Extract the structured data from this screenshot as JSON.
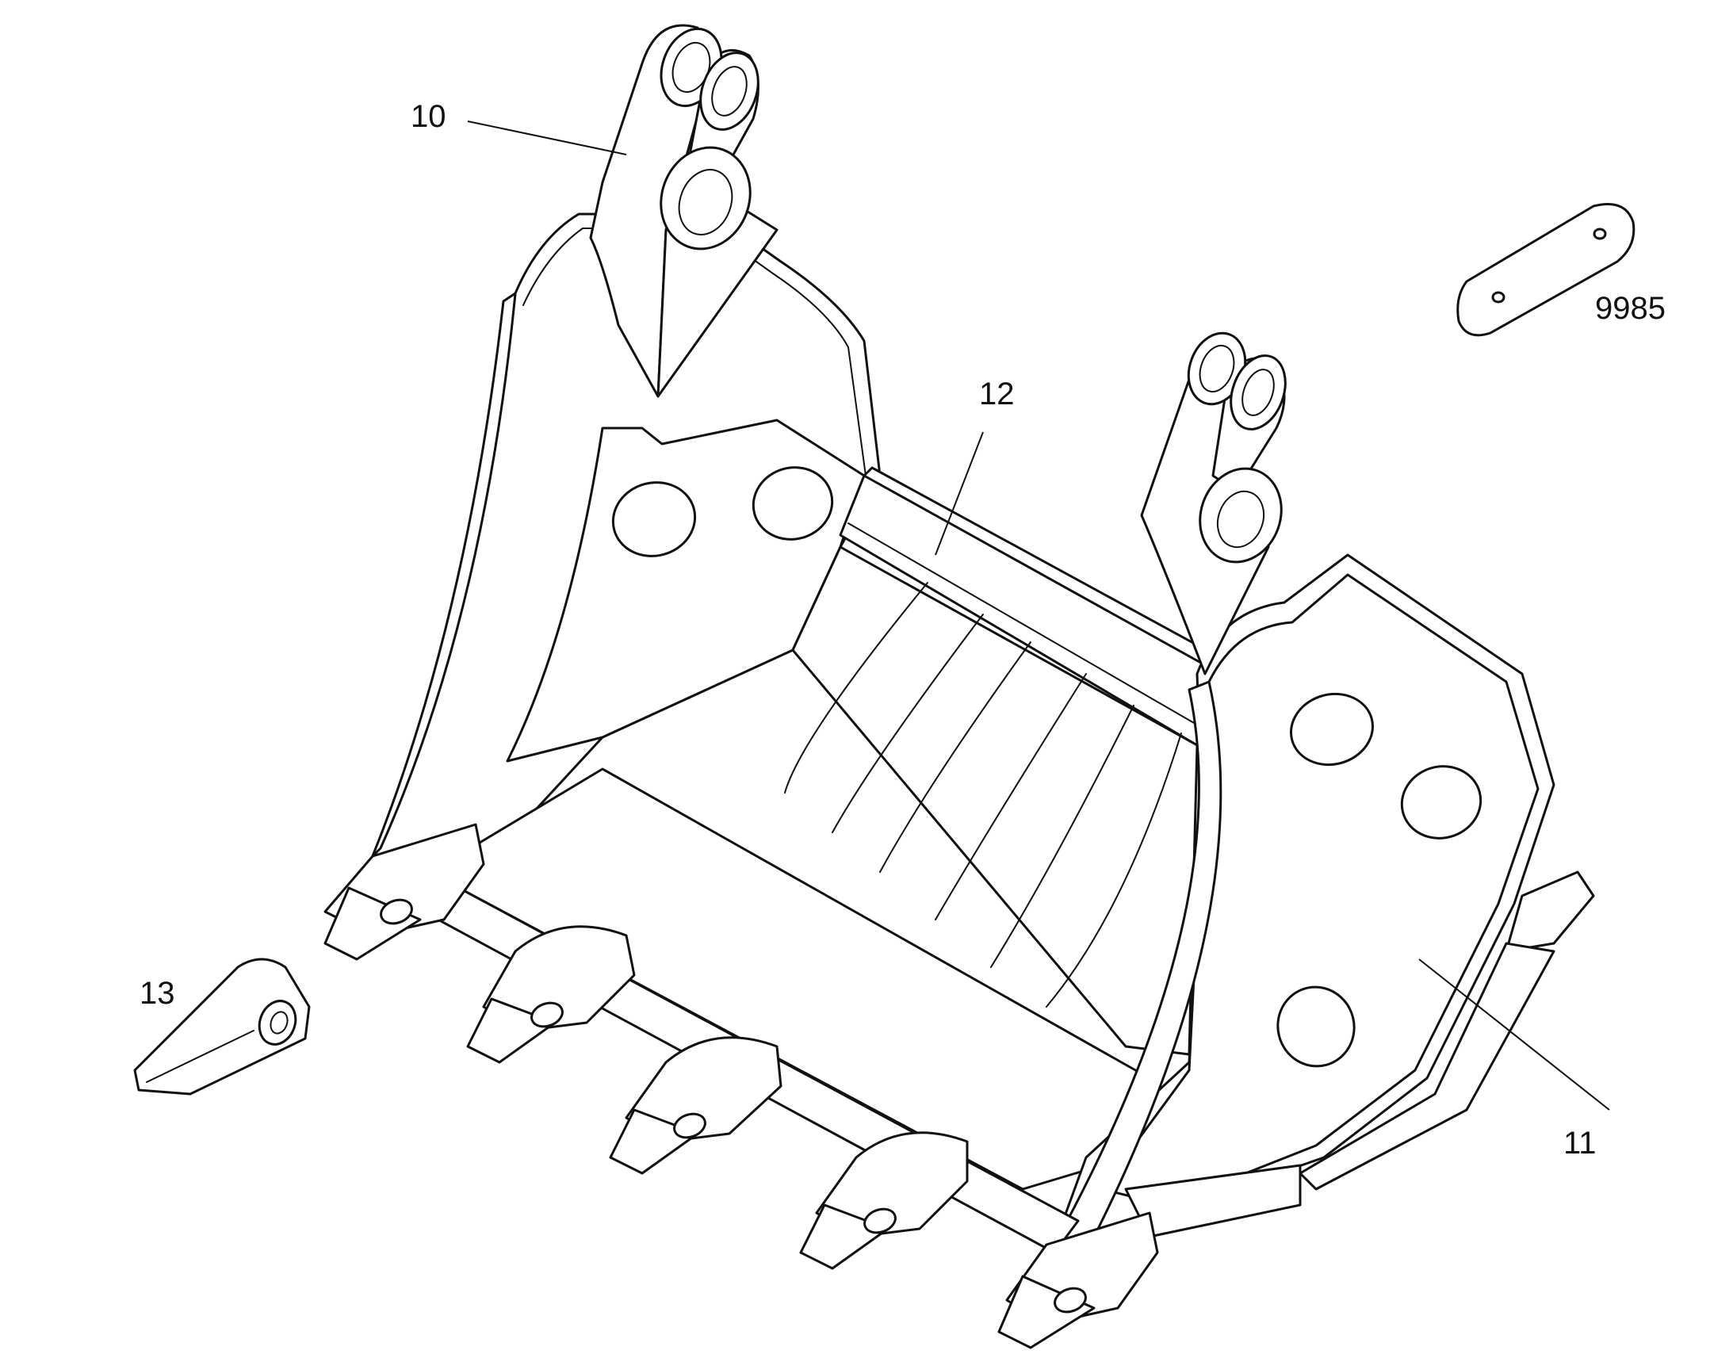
{
  "diagram": {
    "callouts": [
      {
        "id": "callout-10",
        "label": "10"
      },
      {
        "id": "callout-12",
        "label": "12"
      },
      {
        "id": "callout-9985",
        "label": "9985"
      },
      {
        "id": "callout-13",
        "label": "13"
      },
      {
        "id": "callout-11",
        "label": "11"
      }
    ]
  }
}
